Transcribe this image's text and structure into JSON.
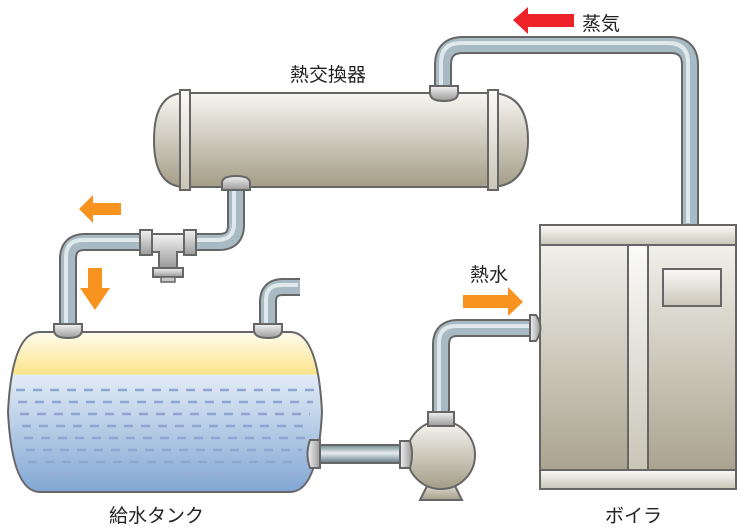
{
  "diagram": {
    "title": "Boiler heat exchanger water circulation",
    "labels": {
      "steam": "蒸気",
      "heat_exchanger": "熱交換器",
      "hot_water": "熱水",
      "feed_water_tank": "給水タンク",
      "boiler": "ボイラ"
    },
    "colors": {
      "steam_arrow": "#ee2229",
      "flow_arrow": "#f7931e",
      "water_top": "#dfe9f5",
      "water_bottom": "#7fa6d4",
      "air_space": "#fbe48a",
      "pipe": "#9fb2bc",
      "outline": "#666666",
      "equipment_light": "#f4f3ef",
      "equipment_dark": "#a59e88"
    },
    "flow_arrows": [
      {
        "id": "steam",
        "direction": "left",
        "color_key": "steam_arrow"
      },
      {
        "id": "return-left",
        "direction": "left",
        "color_key": "flow_arrow"
      },
      {
        "id": "return-down",
        "direction": "down",
        "color_key": "flow_arrow"
      },
      {
        "id": "hot-water",
        "direction": "right",
        "color_key": "flow_arrow"
      }
    ]
  }
}
